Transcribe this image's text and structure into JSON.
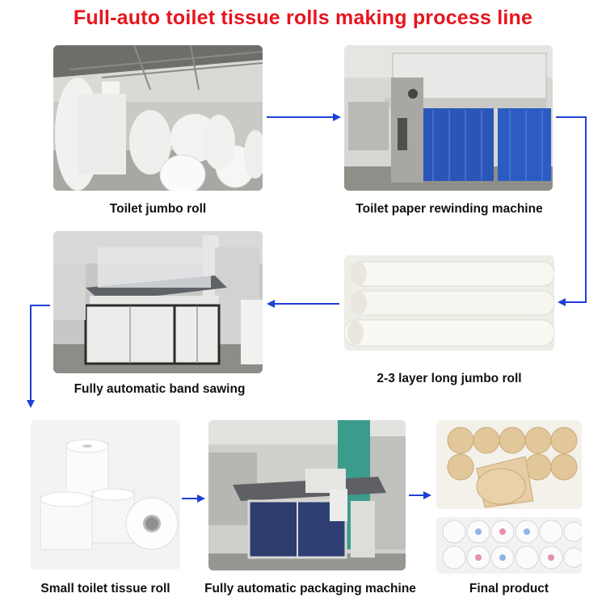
{
  "title": "Full-auto toilet tissue rolls making process line",
  "steps": [
    {
      "label": "Toilet jumbo roll"
    },
    {
      "label": "Toilet paper rewinding machine"
    },
    {
      "label": "2-3 layer long jumbo roll"
    },
    {
      "label": "Fully automatic band sawing"
    },
    {
      "label": "Small toilet tissue roll"
    },
    {
      "label": "Fully automatic packaging machine"
    },
    {
      "label": "Final product"
    }
  ],
  "colors": {
    "title": "#e8141e",
    "arrow": "#1f3fd6",
    "machine_blue": "#2a56b8",
    "floor": "#9a9a96",
    "paper": "#f2f0ea",
    "kraft": "#e2c79b"
  }
}
